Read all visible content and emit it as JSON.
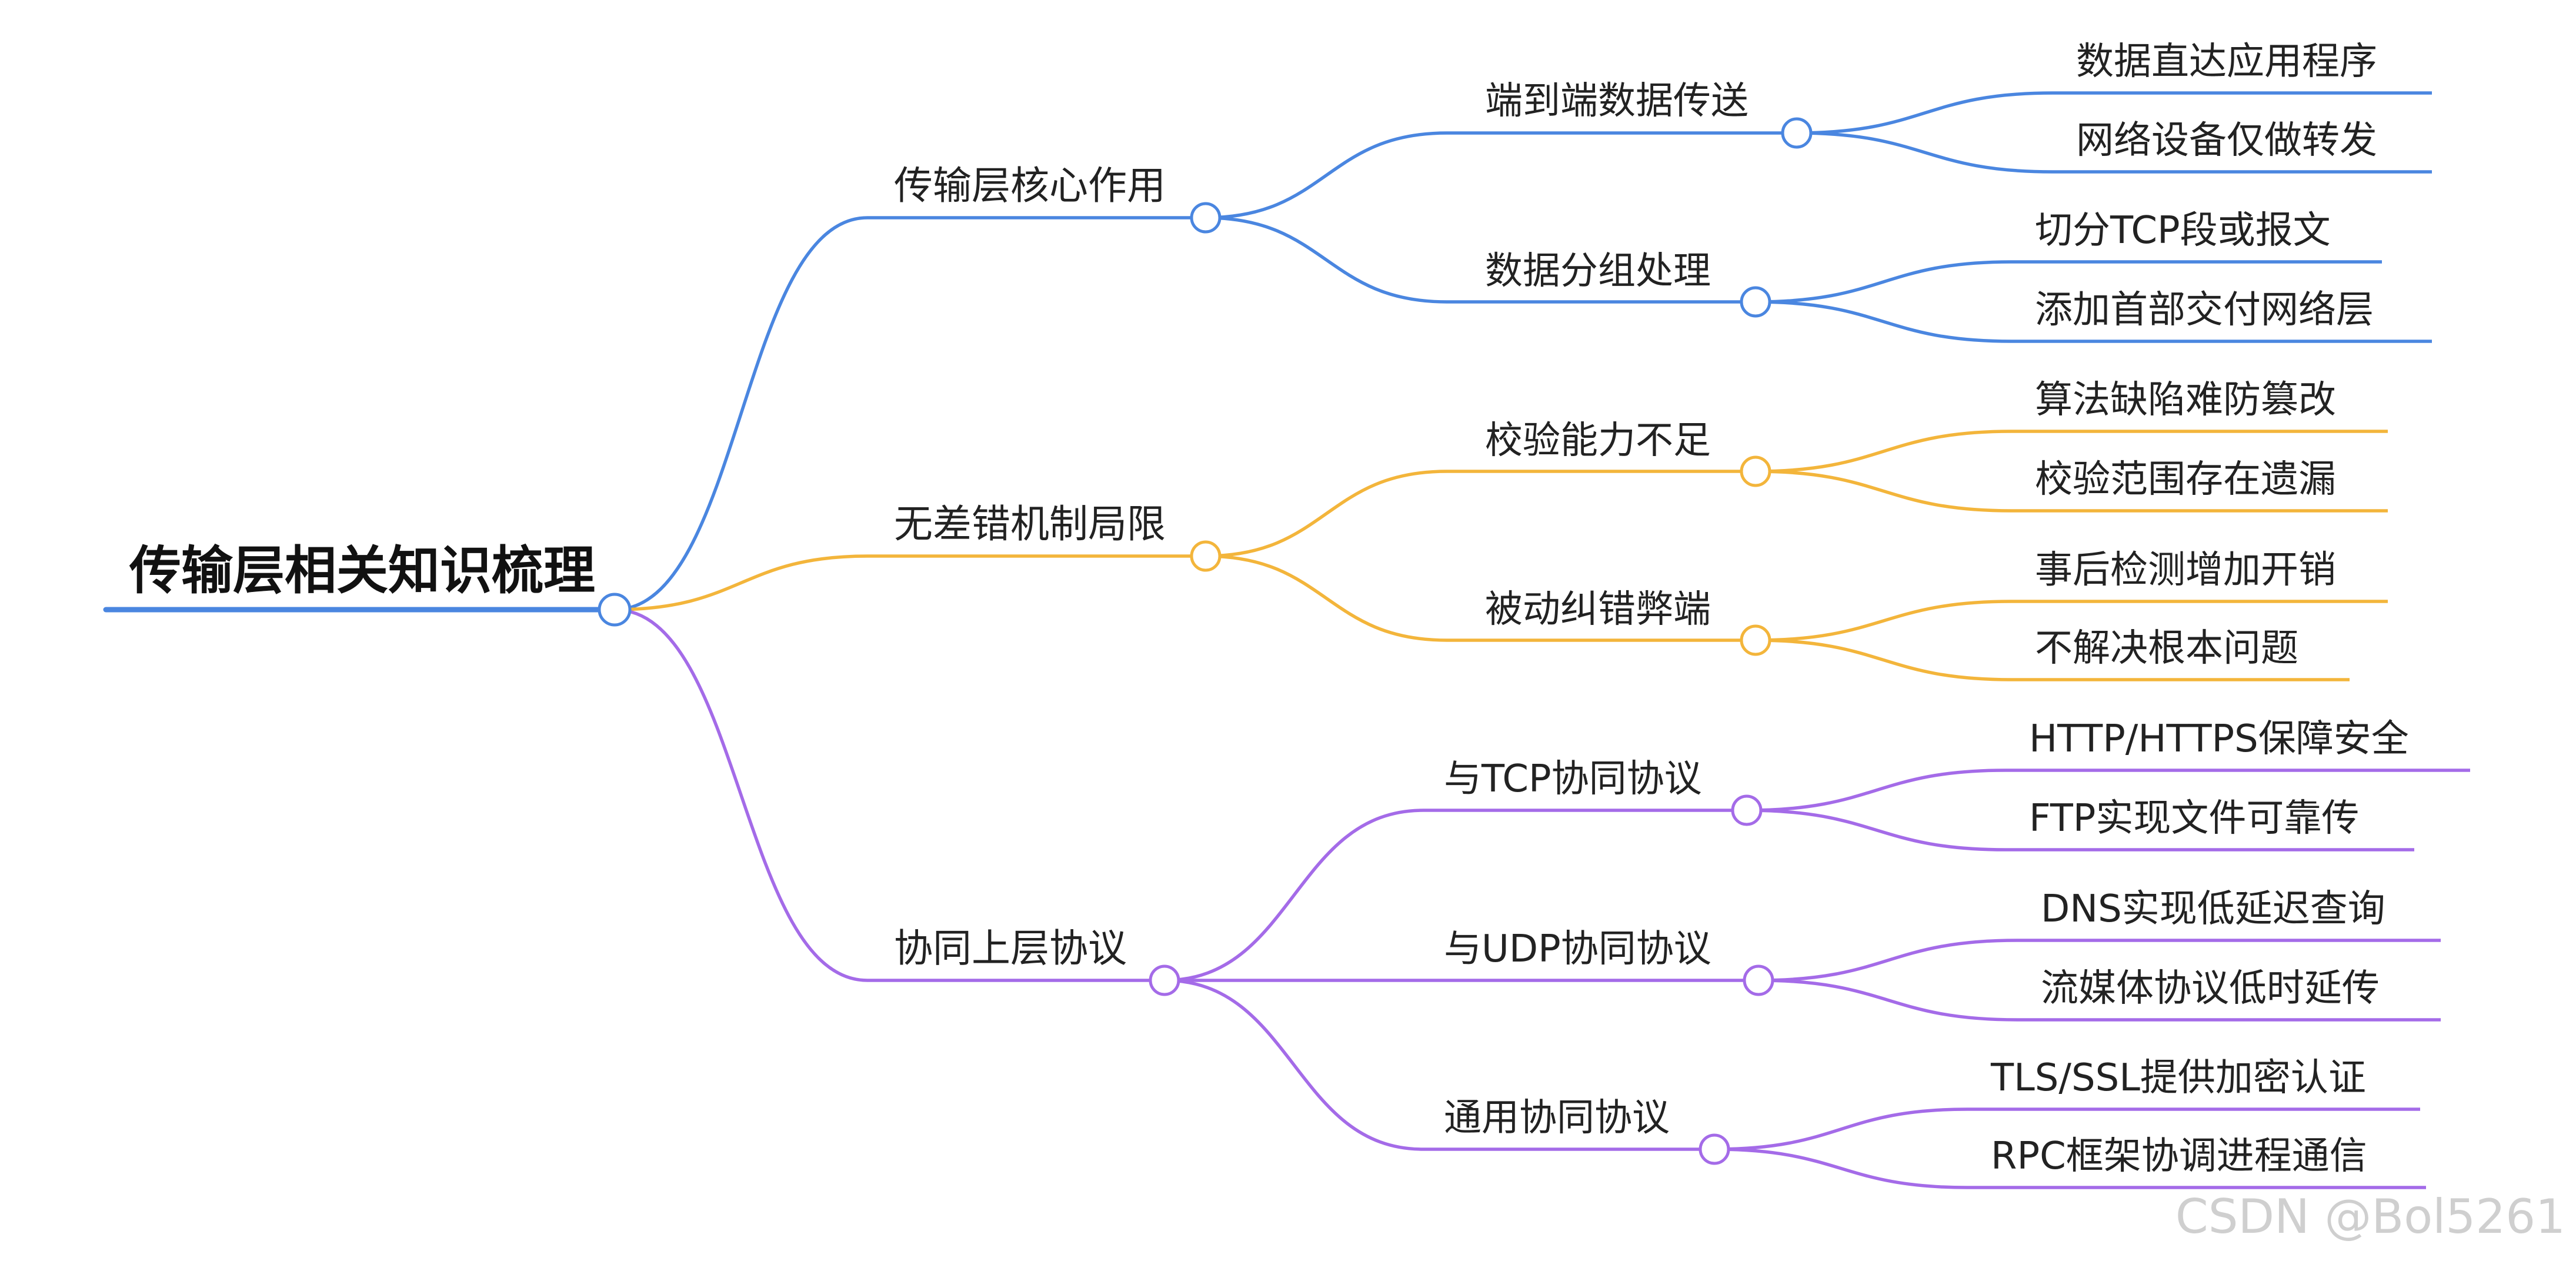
{
  "mindmap": {
    "root": "传输层相关知识梳理",
    "colors": {
      "root": "#4a86e0",
      "blue": "#4a86e0",
      "yellow": "#f3b53b",
      "purple": "#a46be8"
    },
    "branches": [
      {
        "label": "传输层核心作用",
        "color": "#4a86e0",
        "children": [
          {
            "label": "端到端数据传送",
            "leaves": [
              "数据直达应用程序",
              "网络设备仅做转发"
            ]
          },
          {
            "label": "数据分组处理",
            "leaves": [
              "切分TCP段或报文",
              "添加首部交付网络层"
            ]
          }
        ]
      },
      {
        "label": "无差错机制局限",
        "color": "#f3b53b",
        "children": [
          {
            "label": "校验能力不足",
            "leaves": [
              "算法缺陷难防篡改",
              "校验范围存在遗漏"
            ]
          },
          {
            "label": "被动纠错弊端",
            "leaves": [
              "事后检测增加开销",
              "不解决根本问题"
            ]
          }
        ]
      },
      {
        "label": "协同上层协议",
        "color": "#a46be8",
        "children": [
          {
            "label": "与TCP协同协议",
            "leaves": [
              "HTTP/HTTPS保障安全",
              "FTP实现文件可靠传"
            ]
          },
          {
            "label": "与UDP协同协议",
            "leaves": [
              "DNS实现低延迟查询",
              "流媒体协议低时延传"
            ]
          },
          {
            "label": "通用协同协议",
            "leaves": [
              "TLS/SSL提供加密认证",
              "RPC框架协调进程通信"
            ]
          }
        ]
      }
    ]
  },
  "watermark": "CSDN @Bol5261"
}
